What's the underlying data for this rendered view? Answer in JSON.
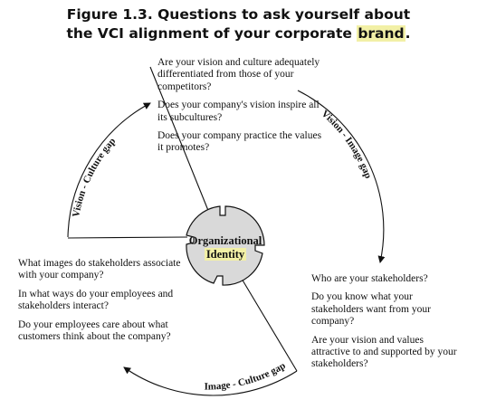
{
  "title": {
    "line1": "Figure 1.3.  Questions to ask yourself about",
    "line2_prefix": "the VCI alignment of your corporate ",
    "line2_highlight": "brand",
    "line2_suffix": "."
  },
  "hub": {
    "line1": "Organizational",
    "line2": "Identity",
    "highlight_color": "#f2f0a6"
  },
  "gap_labels": {
    "vision_culture": "Vision - Culture gap",
    "vision_image": "Vision - Image gap",
    "image_culture": "Image - Culture gap"
  },
  "questions": {
    "top": [
      "Are your vision and culture adequately differentiated from those of your competitors?",
      "Does your company's vision inspire all its subcultures?",
      "Does your company practice the values it promotes?"
    ],
    "left": [
      "What images do stakeholders associate with your company?",
      "In what ways do your employees and stakeholders interact?",
      "Do your employees care about what customers think about the company?"
    ],
    "right": [
      "Who are your stakeholders?",
      "Do you know what your stakeholders want from your company?",
      "Are your vision and values attractive to and supported by your stakeholders?"
    ]
  }
}
